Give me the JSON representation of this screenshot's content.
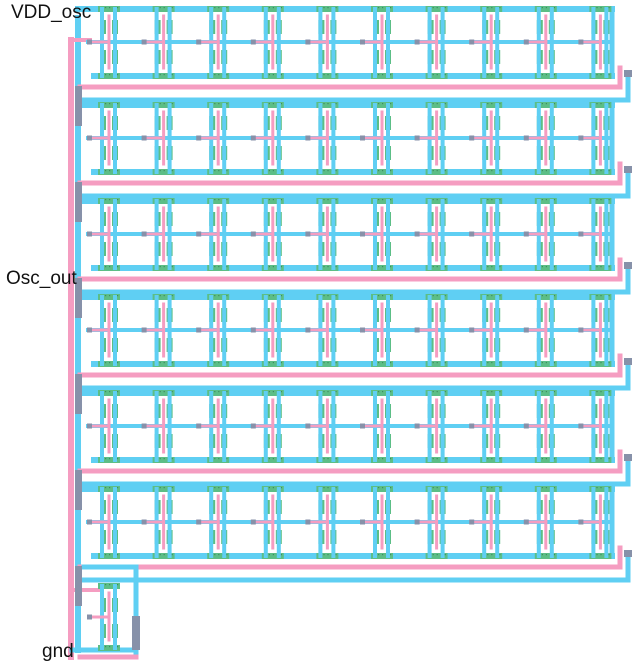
{
  "labels": {
    "vdd": "VDD_osc",
    "osc_out": "Osc_out",
    "gnd": "gnd"
  },
  "layout_grid": {
    "stage_rows": 6,
    "stages_per_row": 10,
    "extra_output_inverter": 1
  },
  "colors": {
    "metal1": "#5fcff3",
    "poly": "#f59dc1",
    "diffusion": "#5cbe86",
    "contact": "#8791a9",
    "background": "#ffffff",
    "text": "#111111"
  }
}
